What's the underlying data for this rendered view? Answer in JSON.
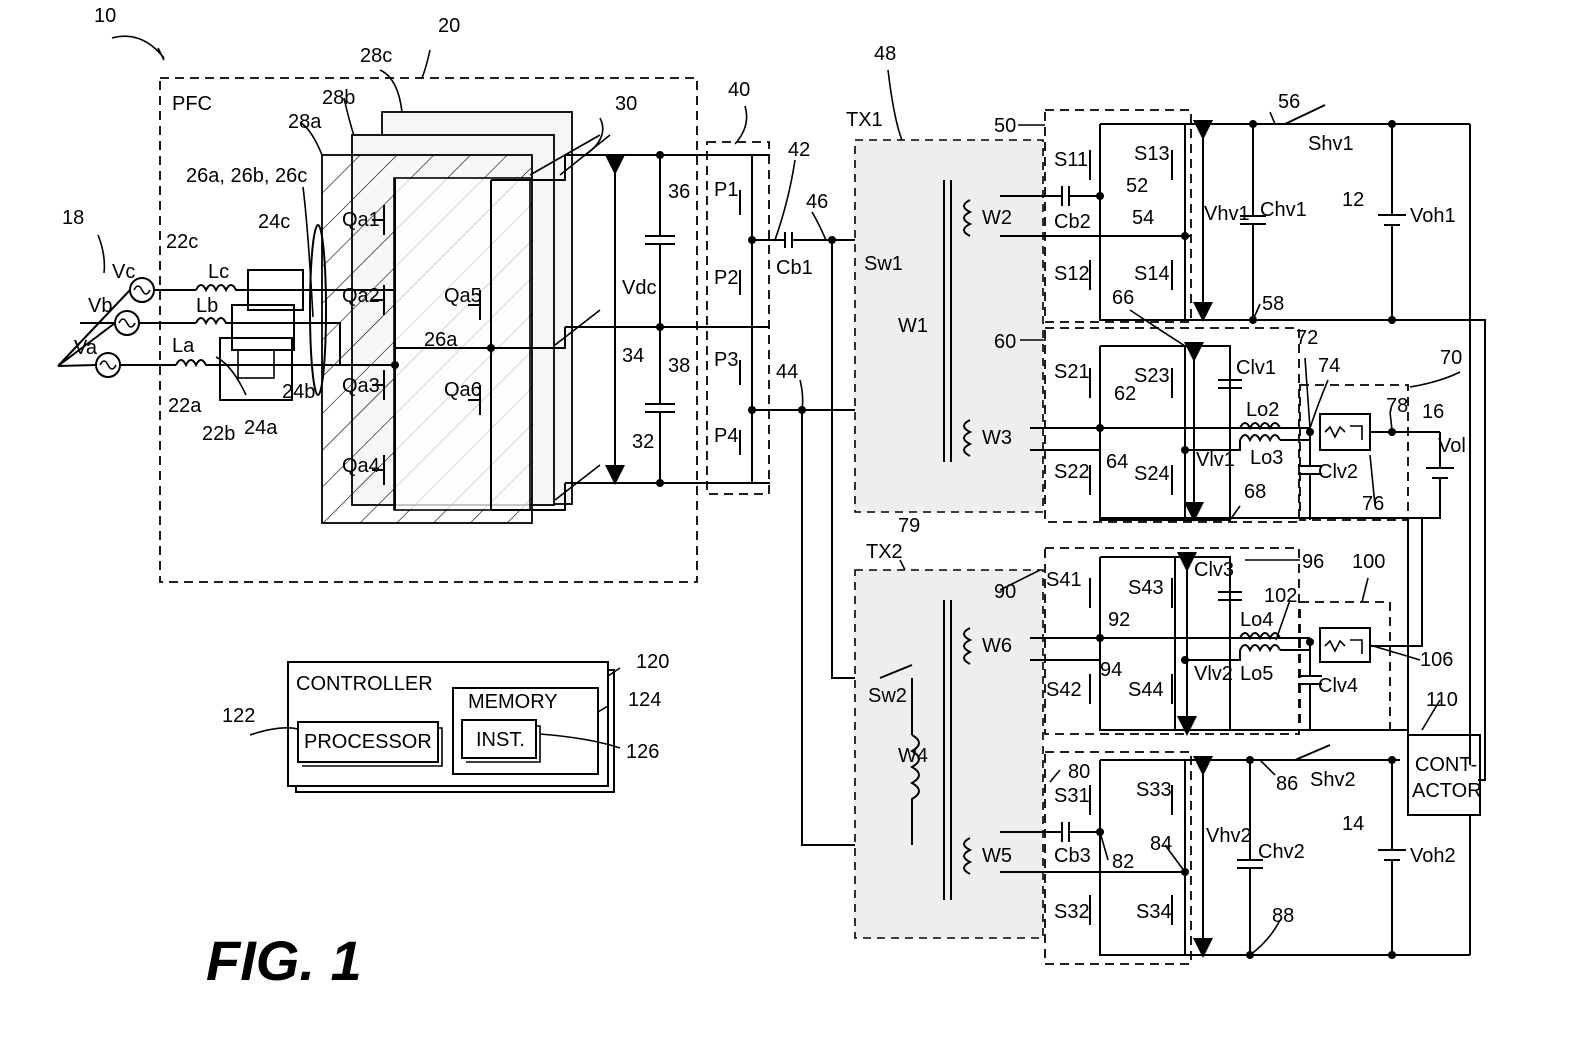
{
  "figure": {
    "title": "FIG. 1"
  },
  "refs": {
    "r10": "10",
    "r18": "18",
    "r20": "20",
    "r22a": "22a",
    "r22b": "22b",
    "r22c": "22c",
    "r24a": "24a",
    "r24b": "24b",
    "r24c": "24c",
    "r26": "26a, 26b, 26c",
    "r26a": "26a",
    "r28a": "28a",
    "r28b": "28b",
    "r28c": "28c",
    "r30": "30",
    "r32": "32",
    "r34": "34",
    "r36": "36",
    "r38": "38",
    "r40": "40",
    "r42": "42",
    "r44": "44",
    "r46": "46",
    "r48": "48",
    "r50": "50",
    "r52": "52",
    "r54": "54",
    "r56": "56",
    "r58": "58",
    "r60": "60",
    "r62": "62",
    "r64": "64",
    "r66": "66",
    "r68": "68",
    "r70": "70",
    "r72": "72",
    "r74": "74",
    "r76": "76",
    "r78": "78",
    "r79": "79",
    "r80": "80",
    "r82": "82",
    "r84": "84",
    "r86": "86",
    "r88": "88",
    "r90": "90",
    "r92": "92",
    "r94": "94",
    "r96": "96",
    "r100": "100",
    "r102": "102",
    "r106": "106",
    "r110": "110",
    "r120": "120",
    "r122": "122",
    "r124": "124",
    "r126": "126",
    "r12": "12",
    "r14": "14",
    "r16": "16"
  },
  "labels": {
    "pfc": "PFC",
    "vc": "Vc",
    "vb": "Vb",
    "va": "Va",
    "lc": "Lc",
    "lb": "Lb",
    "la": "La",
    "qa1": "Qa1",
    "qa2": "Qa2",
    "qa3": "Qa3",
    "qa4": "Qa4",
    "qa5": "Qa5",
    "qa6": "Qa6",
    "vdc": "Vdc",
    "p1": "P1",
    "p2": "P2",
    "p3": "P3",
    "p4": "P4",
    "cb1": "Cb1",
    "tx1": "TX1",
    "tx2": "TX2",
    "sw1": "Sw1",
    "sw2": "Sw2",
    "w1": "W1",
    "w2": "W2",
    "w3": "W3",
    "w4": "W4",
    "w5": "W5",
    "w6": "W6",
    "s11": "S11",
    "s12": "S12",
    "s13": "S13",
    "s14": "S14",
    "cb2": "Cb2",
    "vhv1": "Vhv1",
    "chv1": "Chv1",
    "shv1": "Shv1",
    "voh1": "Voh1",
    "s21": "S21",
    "s22": "S22",
    "s23": "S23",
    "s24": "S24",
    "clv1": "Clv1",
    "lo2": "Lo2",
    "lo3": "Lo3",
    "vlv1": "Vlv1",
    "clv2": "Clv2",
    "vol": "Vol",
    "s41": "S41",
    "s42": "S42",
    "s43": "S43",
    "s44": "S44",
    "clv3": "Clv3",
    "lo4": "Lo4",
    "lo5": "Lo5",
    "vlv2": "Vlv2",
    "clv4": "Clv4",
    "s31": "S31",
    "s32": "S32",
    "s33": "S33",
    "s34": "S34",
    "cb3": "Cb3",
    "vhv2": "Vhv2",
    "chv2": "Chv2",
    "shv2": "Shv2",
    "voh2": "Voh2",
    "contactor": "CONT-ACTOR",
    "controller": "CONTROLLER",
    "memory": "MEMORY",
    "processor": "PROCESSOR",
    "inst": "INST."
  }
}
